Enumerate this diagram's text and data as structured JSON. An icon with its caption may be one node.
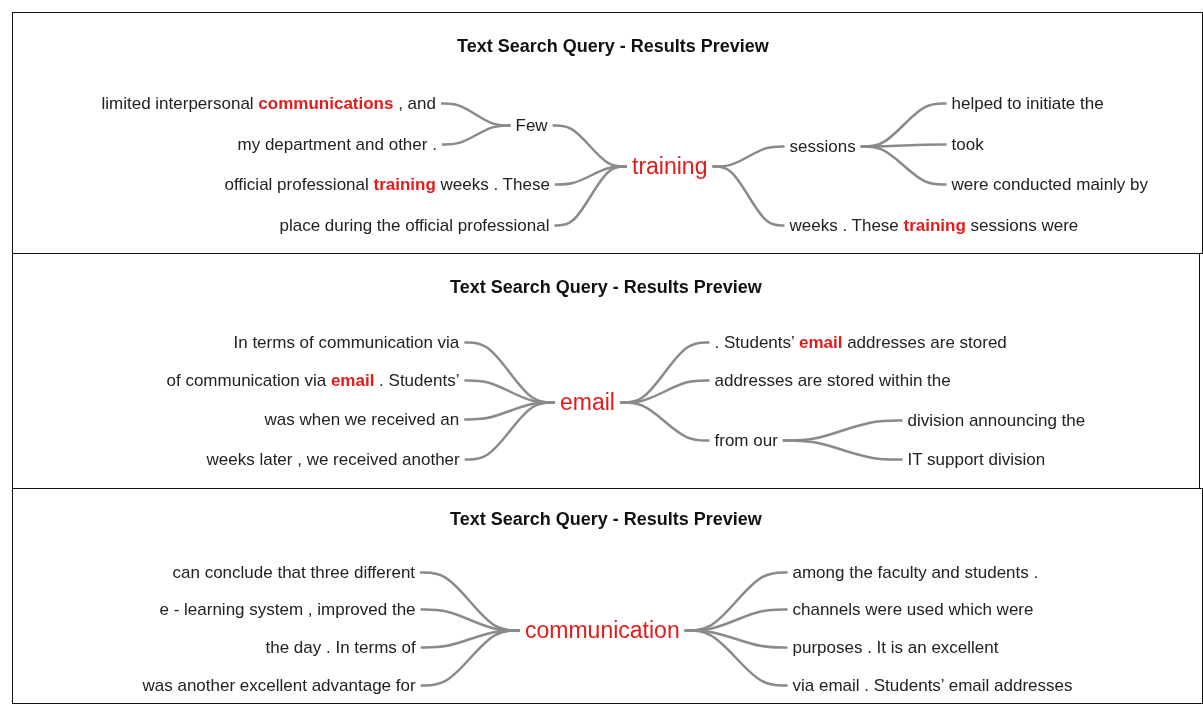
{
  "diagram": {
    "nodes": [
      {
        "text": [
          "Text Search Query - Results Preview"
        ]
      },
      {
        "text": [
          "limited interpersonal **communications** , and"
        ],
        "in": 0
      },
      {
        "text": [
          "my department and other ."
        ],
        "in": 0
      },
      {
        "text": [
          "Few"
        ],
        "in": 0
      },
      {
        "text": [
          "official professional **training** weeks . These"
        ],
        "in": 0
      },
      {
        "text": [
          "place during the official professional"
        ],
        "in": 0
      },
      {
        "text": [
          "training"
        ],
        "in": 0
      },
      {
        "text": [
          "sessions"
        ],
        "in": 0
      },
      {
        "text": [
          "helped to initiate the"
        ],
        "in": 0
      },
      {
        "text": [
          "took"
        ],
        "in": 0
      },
      {
        "text": [
          "were conducted mainly by"
        ],
        "in": 0
      },
      {
        "text": [
          "weeks . These **training** sessions were"
        ],
        "in": 0
      },
      {
        "text": [
          "Text Search Query - Results Preview"
        ]
      },
      {
        "text": [
          "In terms of communication via"
        ],
        "in": 12
      },
      {
        "text": [
          "of communication via **email** . Students’"
        ],
        "in": 12
      },
      {
        "text": [
          "was when we received an"
        ],
        "in": 12
      },
      {
        "text": [
          "weeks later , we received another"
        ],
        "in": 12
      },
      {
        "text": [
          "email"
        ],
        "in": 12
      },
      {
        "text": [
          ". Students’ **email** addresses are stored"
        ],
        "in": 12
      },
      {
        "text": [
          "addresses are stored within the"
        ],
        "in": 12
      },
      {
        "text": [
          "from our"
        ],
        "in": 12
      },
      {
        "text": [
          "division announcing the"
        ],
        "in": 12
      },
      {
        "text": [
          "IT support division"
        ],
        "in": 12
      },
      {
        "text": [
          "Text Search Query - Results Preview"
        ]
      },
      {
        "text": [
          "can conclude that three different"
        ],
        "in": 23
      },
      {
        "text": [
          "e - learning system , improved the"
        ],
        "in": 23
      },
      {
        "text": [
          "the day . In terms of"
        ],
        "in": 23
      },
      {
        "text": [
          "was another excellent advantage for"
        ],
        "in": 23
      },
      {
        "text": [
          "communication"
        ],
        "in": 23
      },
      {
        "text": [
          "among the faculty and students ."
        ],
        "in": 23
      },
      {
        "text": [
          "channels were used which were"
        ],
        "in": 23
      },
      {
        "text": [
          "purposes . It is an excellent"
        ],
        "in": 23
      },
      {
        "text": [
          "via email . Students’ email addresses"
        ],
        "in": 23
      }
    ],
    "edges": [
      {
        "from": 1,
        "to": 3,
        "arrow": "none"
      },
      {
        "from": 2,
        "to": 3,
        "arrow": "none"
      },
      {
        "from": 3,
        "to": 6,
        "arrow": "none"
      },
      {
        "from": 4,
        "to": 6,
        "arrow": "none"
      },
      {
        "from": 5,
        "to": 6,
        "arrow": "none"
      },
      {
        "from": 6,
        "to": 7,
        "arrow": "none"
      },
      {
        "from": 6,
        "to": 11,
        "arrow": "none"
      },
      {
        "from": 7,
        "to": 8,
        "arrow": "none"
      },
      {
        "from": 7,
        "to": 9,
        "arrow": "none"
      },
      {
        "from": 7,
        "to": 10,
        "arrow": "none"
      },
      {
        "from": 13,
        "to": 17,
        "arrow": "none"
      },
      {
        "from": 14,
        "to": 17,
        "arrow": "none"
      },
      {
        "from": 15,
        "to": 17,
        "arrow": "none"
      },
      {
        "from": 16,
        "to": 17,
        "arrow": "none"
      },
      {
        "from": 17,
        "to": 18,
        "arrow": "none"
      },
      {
        "from": 17,
        "to": 19,
        "arrow": "none"
      },
      {
        "from": 17,
        "to": 20,
        "arrow": "none"
      },
      {
        "from": 20,
        "to": 21,
        "arrow": "none"
      },
      {
        "from": 20,
        "to": 22,
        "arrow": "none"
      },
      {
        "from": 24,
        "to": 28,
        "arrow": "none"
      },
      {
        "from": 25,
        "to": 28,
        "arrow": "none"
      },
      {
        "from": 26,
        "to": 28,
        "arrow": "none"
      },
      {
        "from": 27,
        "to": 28,
        "arrow": "none"
      },
      {
        "from": 28,
        "to": 29,
        "arrow": "none"
      },
      {
        "from": 28,
        "to": 30,
        "arrow": "none"
      },
      {
        "from": 28,
        "to": 31,
        "arrow": "none"
      },
      {
        "from": 28,
        "to": 32,
        "arrow": "none"
      }
    ]
  }
}
